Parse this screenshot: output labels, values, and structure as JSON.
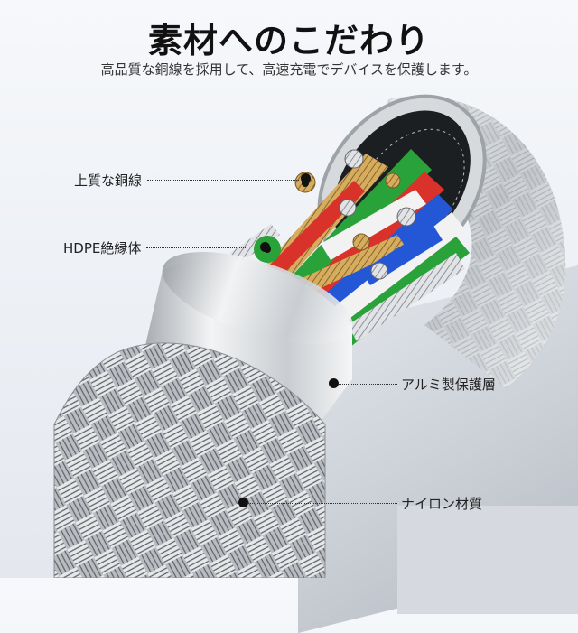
{
  "header": {
    "title": "素材へのこだわり",
    "subtitle": "高品質な銅線を採用して、高速充電でデバイスを保護します。"
  },
  "callouts": [
    {
      "label": "上質な銅線",
      "side": "left",
      "target": "copper-core"
    },
    {
      "label": "HDPE絶縁体",
      "side": "left",
      "target": "green-insulation"
    },
    {
      "label": "アルミ製保護層",
      "side": "right",
      "target": "aluminum-shell"
    },
    {
      "label": "ナイロン材質",
      "side": "right",
      "target": "nylon-braid"
    }
  ],
  "colors": {
    "background": "#f2f4f8",
    "wire_red": "#d8322b",
    "wire_green": "#2aa23a",
    "wire_blue": "#2457d6",
    "wire_white": "#f2f2f2",
    "copper": "#c99a4a",
    "aluminum": "#d9dcdf",
    "braid_dark": "#5d6166"
  }
}
